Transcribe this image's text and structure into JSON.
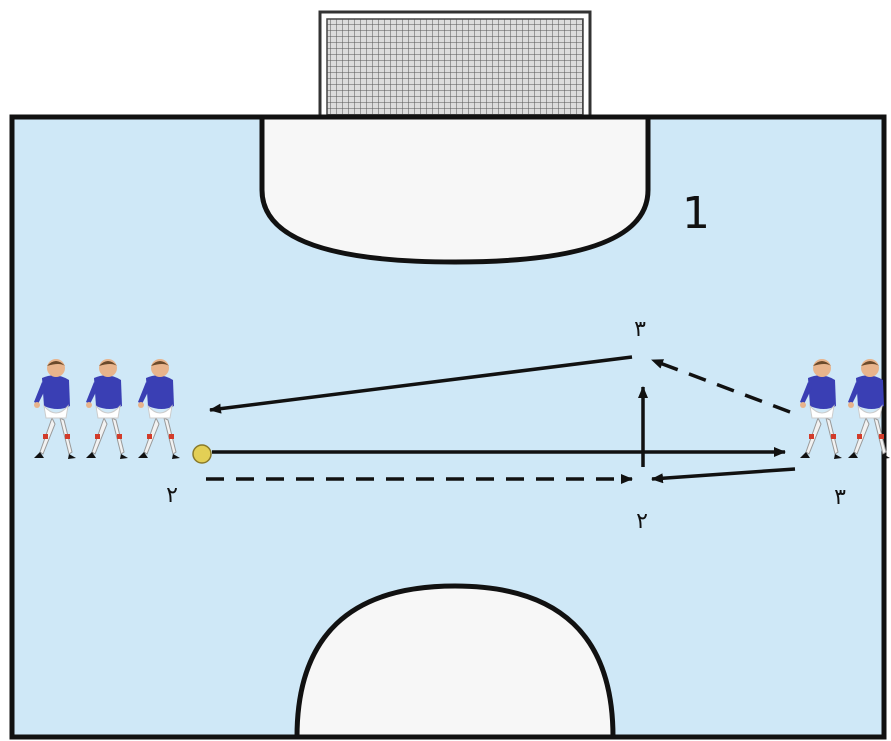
{
  "diagram": {
    "zone_label": "1",
    "position_labels": {
      "top_center": "٣",
      "bottom_center": "٢",
      "left_bottom": "٢",
      "right_bottom": "٣"
    },
    "colors": {
      "pitch": "#cfe8f7",
      "area_fill": "#f7f7f7",
      "lines": "#111111",
      "shirt": "#3a3fb4",
      "ball": "#e3cf55"
    },
    "icons": {
      "goal": "goal-net-icon",
      "player": "player-figure-icon",
      "ball": "ball-icon"
    }
  }
}
